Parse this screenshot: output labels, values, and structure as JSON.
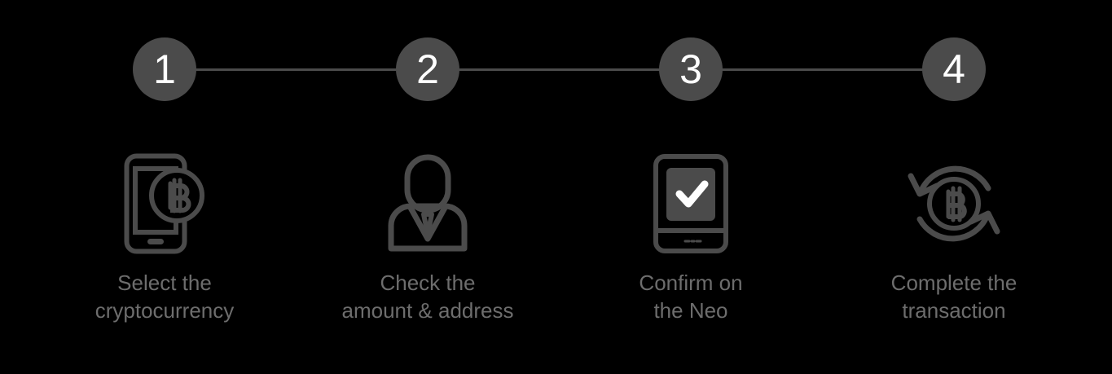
{
  "theme": {
    "background": "#000000",
    "accent_gray": "#4b4b4b",
    "bubble_text": "#ffffff",
    "caption_text": "#6d6d6d",
    "icon_stroke": "#4b4b4b"
  },
  "stepper": {
    "steps": [
      {
        "number": "1",
        "icon": "phone-bitcoin-icon",
        "caption": "Select the\ncryptocurrency"
      },
      {
        "number": "2",
        "icon": "person-suit-icon",
        "caption": "Check the\namount & address"
      },
      {
        "number": "3",
        "icon": "hardware-wallet-check-icon",
        "caption": "Confirm on\nthe Neo"
      },
      {
        "number": "4",
        "icon": "bitcoin-exchange-arrows-icon",
        "caption": "Complete the\ntransaction"
      }
    ]
  }
}
